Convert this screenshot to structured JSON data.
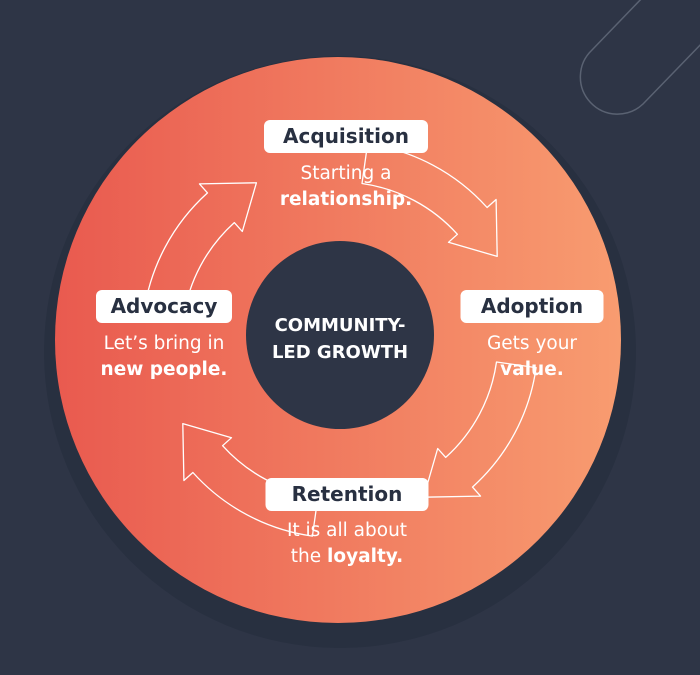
{
  "colors": {
    "background": "#2e3546",
    "ring_start": "#e95a4f",
    "ring_end": "#f89c70",
    "label_text": "#283041"
  },
  "center": {
    "line1": "COMMUNITY-",
    "line2": "LED GROWTH"
  },
  "stages": [
    {
      "title": "Acquisition",
      "line1": "Starting a",
      "line2_plain": "",
      "line2_bold": "relationship."
    },
    {
      "title": "Adoption",
      "line1": "Gets your",
      "line2_plain": "",
      "line2_bold": "value."
    },
    {
      "title": "Retention",
      "line1": "It is all about",
      "line2_plain": "the ",
      "line2_bold": "loyalty."
    },
    {
      "title": "Advocacy",
      "line1": "Let’s bring in",
      "line2_plain": "",
      "line2_bold": "new people."
    }
  ],
  "arrows": [
    "arrow-up-right-icon",
    "arrow-down-right-icon",
    "arrow-down-left-icon",
    "arrow-up-left-icon"
  ]
}
